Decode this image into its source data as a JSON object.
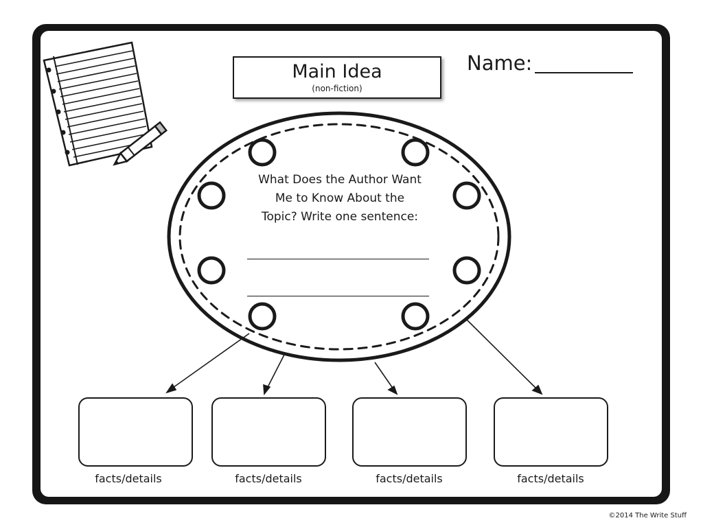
{
  "worksheet": {
    "title": "Main Idea",
    "subtitle": "(non-fiction)",
    "name_label": "Name:",
    "cloud_prompt": [
      "What Does the Author Want",
      "Me to Know About the",
      "Topic? Write one sentence:"
    ],
    "detail_labels": [
      "facts/details",
      "facts/details",
      "facts/details",
      "facts/details"
    ],
    "copyright": "©2014 The Write Stuff"
  },
  "icons": [
    "notebook-paper-icon",
    "pencil-icon"
  ]
}
